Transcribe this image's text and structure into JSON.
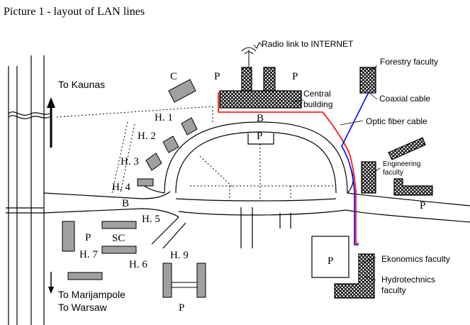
{
  "title": "Picture 1 - layout of LAN lines",
  "labels": {
    "radio_link": "Radio link to INTERNET",
    "central_building": [
      "Central",
      "building"
    ],
    "forestry": "Forestry faculty",
    "coaxial": "Coaxial cable",
    "optic": "Optic fiber cable",
    "engineering": [
      "Engineering",
      "faculty"
    ],
    "ekonomics": "Ekonomics faculty",
    "hydrotechnics": [
      "Hydrotechnics",
      "faculty"
    ],
    "to_kaunas": "To Kaunas",
    "to_marijampole": "To Marijampole",
    "to_warsaw": "To Warsaw"
  },
  "map_marks": {
    "c": "C",
    "p": "P",
    "b": "B",
    "sc": "SC",
    "h1": "H. 1",
    "h2": "H. 2",
    "h3": "H. 3",
    "h4": "H. 4",
    "h5": "H. 5",
    "h6": "H. 6",
    "h7": "H. 7",
    "h9": "H. 9"
  },
  "colors": {
    "coaxial_cable": "#ff0000",
    "optic_fiber_cable": "#0000ff",
    "ink": "#000000",
    "building_fill": "#a0a0a0"
  }
}
